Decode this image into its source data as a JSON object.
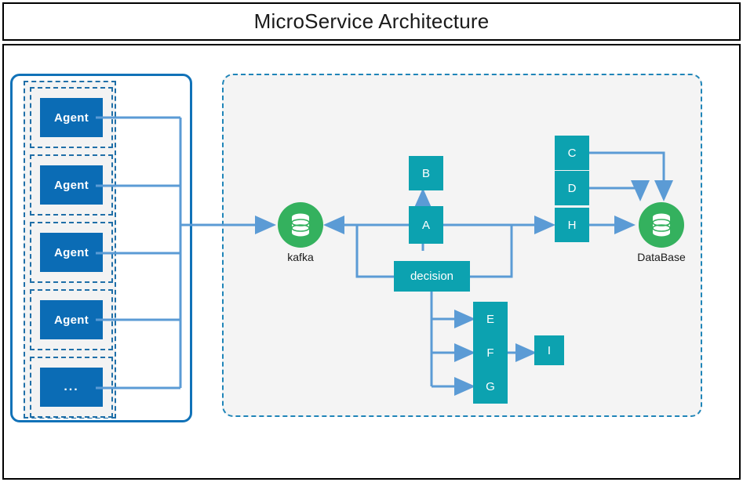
{
  "title": "MicroService Architecture",
  "agent_panel": {
    "name": "agent-group",
    "items": [
      {
        "label": "Agent"
      },
      {
        "label": "Agent"
      },
      {
        "label": "Agent"
      },
      {
        "label": "Agent"
      },
      {
        "label": "..."
      }
    ]
  },
  "service_panel": {
    "queue": {
      "label": "kafka",
      "icon": "database-cylinder-icon",
      "color": "#34b15e"
    },
    "store": {
      "label": "DataBase",
      "icon": "database-cylinder-icon",
      "color": "#34b15e"
    },
    "nodes": [
      {
        "id": "A",
        "label": "A"
      },
      {
        "id": "B",
        "label": "B"
      },
      {
        "id": "C",
        "label": "C"
      },
      {
        "id": "D",
        "label": "D"
      },
      {
        "id": "E",
        "label": "E"
      },
      {
        "id": "F",
        "label": "F"
      },
      {
        "id": "G",
        "label": "G"
      },
      {
        "id": "H",
        "label": "H"
      },
      {
        "id": "I",
        "label": "I"
      },
      {
        "id": "decision",
        "label": "decision"
      }
    ]
  },
  "colors": {
    "agent_box": "#0b6cb5",
    "service_box": "#0ca2b0",
    "datastore": "#34b15e",
    "edge": "#5b9bd5",
    "panel_border_solid": "#1172b8",
    "panel_border_dashed": "#1f85b8",
    "panel_fill": "#f4f4f4",
    "frame": "#000000"
  }
}
